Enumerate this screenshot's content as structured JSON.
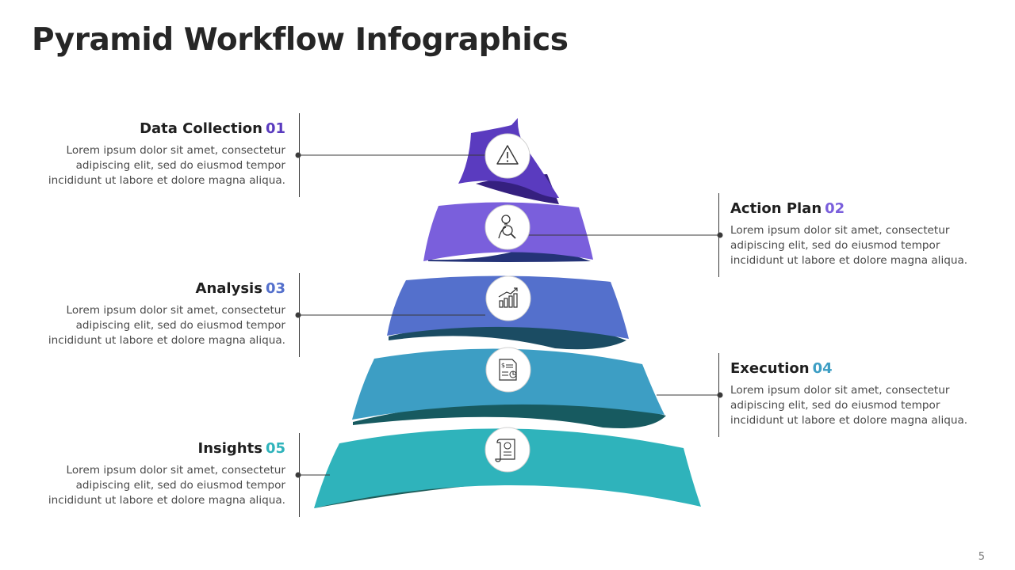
{
  "title": "Pyramid Workflow Infographics",
  "page_number": "5",
  "colors": {
    "step1": "#5a3bbf",
    "step2": "#7a5fdc",
    "step3": "#5470cc",
    "step4": "#3d9ec4",
    "step5": "#2fb3bb"
  },
  "steps": [
    {
      "label": "Data Collection",
      "number": "01",
      "body": "Lorem ipsum dolor sit amet, consectetur adipiscing elit, sed do eiusmod tempor incididunt ut labore et dolore magna aliqua.",
      "icon": "warning-icon"
    },
    {
      "label": "Action Plan",
      "number": "02",
      "body": "Lorem ipsum dolor sit amet, consectetur adipiscing elit, sed do eiusmod tempor incididunt ut labore et dolore magna aliqua.",
      "icon": "idea-search-icon"
    },
    {
      "label": "Analysis",
      "number": "03",
      "body": "Lorem ipsum dolor sit amet, consectetur adipiscing elit, sed do eiusmod tempor incididunt ut labore et dolore magna aliqua.",
      "icon": "bar-chart-growth-icon"
    },
    {
      "label": "Execution",
      "number": "04",
      "body": "Lorem ipsum dolor sit amet, consectetur adipiscing elit, sed do eiusmod tempor incididunt ut labore et dolore magna aliqua.",
      "icon": "report-document-icon"
    },
    {
      "label": "Insights",
      "number": "05",
      "body": "Lorem ipsum dolor sit amet, consectetur adipiscing elit, sed do eiusmod tempor incididunt ut labore et dolore magna aliqua.",
      "icon": "money-scroll-icon"
    }
  ]
}
